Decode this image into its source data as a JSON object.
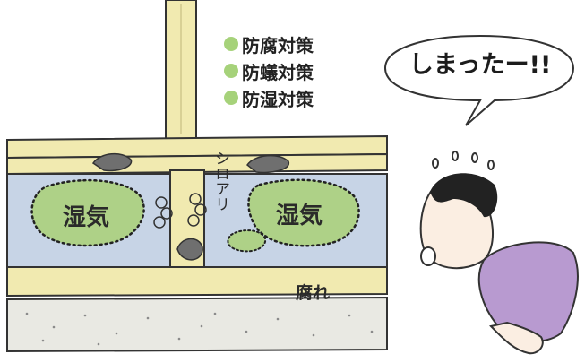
{
  "legend": {
    "marker_color": "#a6d27a",
    "items": [
      {
        "label": "防腐対策"
      },
      {
        "label": "防蟻対策"
      },
      {
        "label": "防湿対策"
      }
    ]
  },
  "bubble": {
    "text": "しまったー!!"
  },
  "labels": {
    "moisture_left": "湿気",
    "moisture_right": "湿気",
    "termite": "シロアリ",
    "rot": "腐れ"
  },
  "colors": {
    "beam": "#f1eab0",
    "cavity": "#c7d4e6",
    "moisture": "#aed187",
    "ground": "#e9e9e3",
    "shirt": "#b89ad0",
    "rot_patch": "#6f6f6f"
  }
}
